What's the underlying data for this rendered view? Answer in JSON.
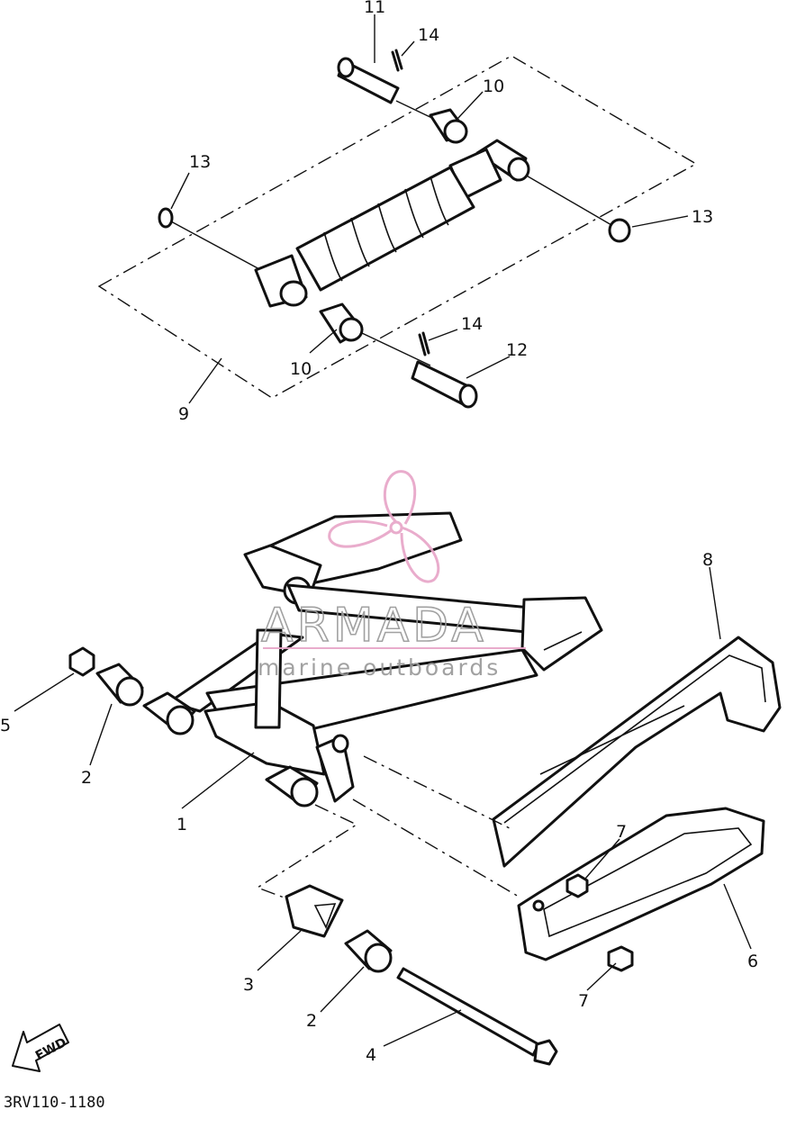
{
  "diagram": {
    "drawing_code": "3RV110-1180",
    "direction_label": "FWD",
    "callouts": [
      "11",
      "14",
      "10",
      "13",
      "13",
      "10",
      "14",
      "12",
      "9",
      "8",
      "5",
      "2",
      "1",
      "7",
      "6",
      "3",
      "2",
      "7",
      "4"
    ]
  },
  "watermark": {
    "brand": "ARMADA",
    "tagline": "marine outboards",
    "color": "#e8a6c8"
  }
}
